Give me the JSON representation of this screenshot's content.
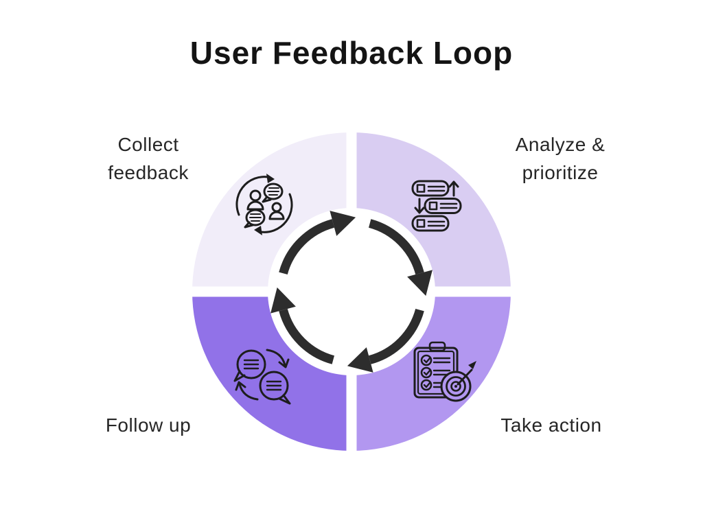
{
  "title": "User Feedback Loop",
  "diagram": {
    "type": "cycle",
    "direction": "clockwise",
    "center_arrows": {
      "count": 4,
      "color": "#2d2d2d"
    },
    "icon_color": "#1d1d1d",
    "background_color": "#ffffff",
    "quadrants": [
      {
        "label": "Collect feedback",
        "position": "top-left",
        "color": "#f1edf9",
        "icon": "conversation-people-icon"
      },
      {
        "label": "Analyze & prioritize",
        "position": "top-right",
        "color": "#d9cdf2",
        "icon": "prioritize-list-icon"
      },
      {
        "label": "Take action",
        "position": "bottom-right",
        "color": "#b297f0",
        "icon": "checklist-target-icon"
      },
      {
        "label": "Follow up",
        "position": "bottom-left",
        "color": "#9172e8",
        "icon": "message-exchange-icon"
      }
    ]
  }
}
